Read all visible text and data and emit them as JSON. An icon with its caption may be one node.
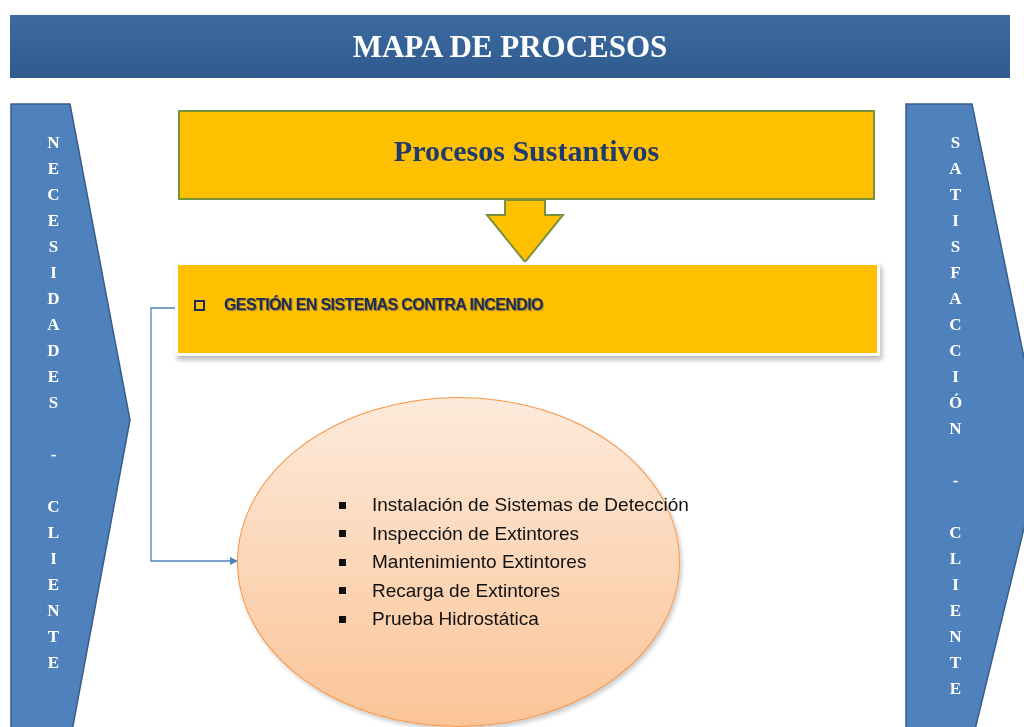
{
  "diagram": {
    "title": "MAPA DE PROCESOS",
    "nodes": [
      {
        "text": [
          "NECESIDADES - CLIENTE"
        ]
      },
      {
        "text": [
          "Procesos Sustantivos"
        ]
      },
      {
        "text": [
          "GESTIÓN EN SISTEMAS CONTRA INCENDIO"
        ]
      },
      {
        "text": [
          "Instalación de Sistemas de Detección",
          "Inspección de Extintores",
          "Mantenimiento Extintores",
          "Recarga de Extintores",
          "Prueba Hidrostática"
        ]
      },
      {
        "text": [
          "SATISFACCIÓN - CLIENTE"
        ]
      }
    ],
    "edges": [
      {
        "from": 1,
        "to": 2,
        "arrow": "to",
        "style": "thick"
      },
      {
        "from": 2,
        "to": 3,
        "arrow": "to"
      }
    ]
  }
}
